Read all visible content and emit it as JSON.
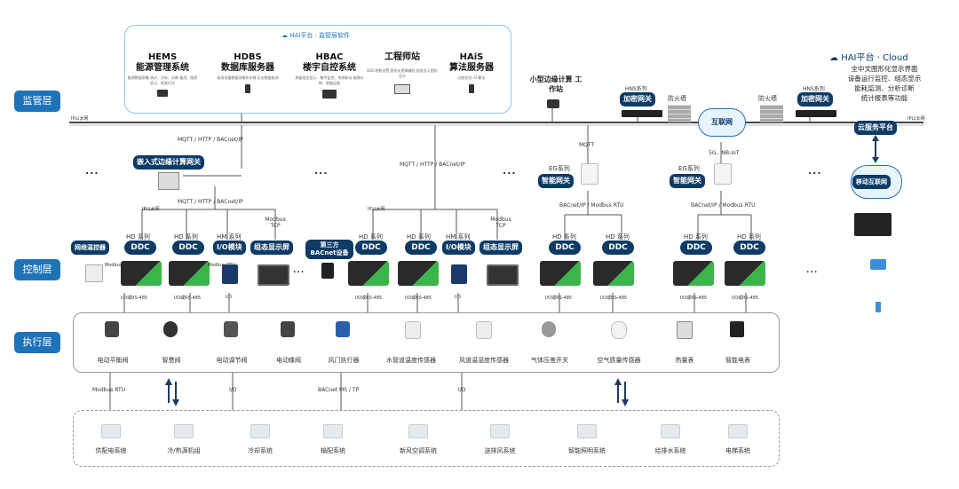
{
  "layers": {
    "supervisory": "监管层",
    "control": "控制层",
    "execution": "执行层"
  },
  "top_box": {
    "header": "HAI平台 · 监管层软件",
    "systems": [
      {
        "t1": "HEMS",
        "t2": "能源管理系统",
        "desc": "能源数据采集 统计、分析、诊断 备用、图表显示、报表打印"
      },
      {
        "t1": "HDBS",
        "t2": "数据库服务器",
        "desc": "现场设备数据采集和存储 历史数据查询"
      },
      {
        "t1": "HBAC",
        "t2": "楼宇自控系统",
        "desc": "具备组态显示、集中监控、系统联动 故障诊断、智能运维"
      },
      {
        "t1": "工程师站",
        "t2": "",
        "desc": "DDC参数设置 图形化逻辑编程 组态显示图形设计"
      },
      {
        "t1": "HAiS",
        "t2": "算法服务器",
        "desc": "动态优化 AI 算法"
      }
    ]
  },
  "edge_station": "小型边缘计算 工作站",
  "hns1": {
    "series": "HNS系列",
    "label": "加密网关"
  },
  "hns2": {
    "series": "HNS系列",
    "label": "加密网关"
  },
  "firewall1": "防火墙",
  "firewall2": "防火墙",
  "internet": "互联网",
  "cloud": {
    "title": "HAI平台 · Cloud",
    "lines": [
      "全中文图形化显示界面",
      "设备运行监控、组态显示",
      "能耗监测、分析诊断",
      "统计报表等功能"
    ]
  },
  "cloud_service": "云服务平台",
  "mobile_internet": "移动互联网",
  "ip_ethernet": "IP以太网",
  "ip_ethernet_right": "IP以太网",
  "mqtt_http_bacnet": "MQTT / HTTP / BACnet/IP",
  "mqtt": "MQTT",
  "five_g": "5G、NB-IoT",
  "edge_gateway": "嵌入式边缘计算网关",
  "eg1": {
    "series": "EG系列",
    "label": "智能网关"
  },
  "eg2": {
    "series": "EG系列",
    "label": "智能网关"
  },
  "bacnet_modbus_rtu": "BACnet/IP / Modbus RTU",
  "modbus_tcp": "Modbus TCP",
  "control_labels": {
    "network_thermostat": "网络温控器",
    "hd_series": "HD 系列",
    "ddc": "DDC",
    "hm_series": "HM 系列",
    "io_module": "I/O模块",
    "config_screen": "组态显示屏",
    "third_party": "第三方 BACnet设备",
    "modbus_rtu": "Modbus RTU",
    "io": "I/O",
    "io_rs485": "I/O或RS-485",
    "ellipsis": "..."
  },
  "exec_devices": [
    "电动平衡阀",
    "智慧阀",
    "电动调节阀",
    "电动蝶阀",
    "风门执行器",
    "水管道温度传感器",
    "风道温湿度传感器",
    "气体压差开关",
    "空气质量传感器",
    "热量表",
    "智能电表"
  ],
  "bottom_protocols": {
    "modbus_rtu": "Modbus RTU",
    "io1": "I/O",
    "bacnet_mstp": "BACnet MS / TP",
    "io2": "I/O"
  },
  "subsystems": [
    "供配电系统",
    "冷/热源机组",
    "冷却系统",
    "输配系统",
    "新风空调系统",
    "送排风系统",
    "智能照明系统",
    "给排水系统",
    "电梯系统"
  ],
  "colors": {
    "primary": "#1e73b8",
    "dark": "#0d3b66",
    "border": "#8cc3e8"
  }
}
